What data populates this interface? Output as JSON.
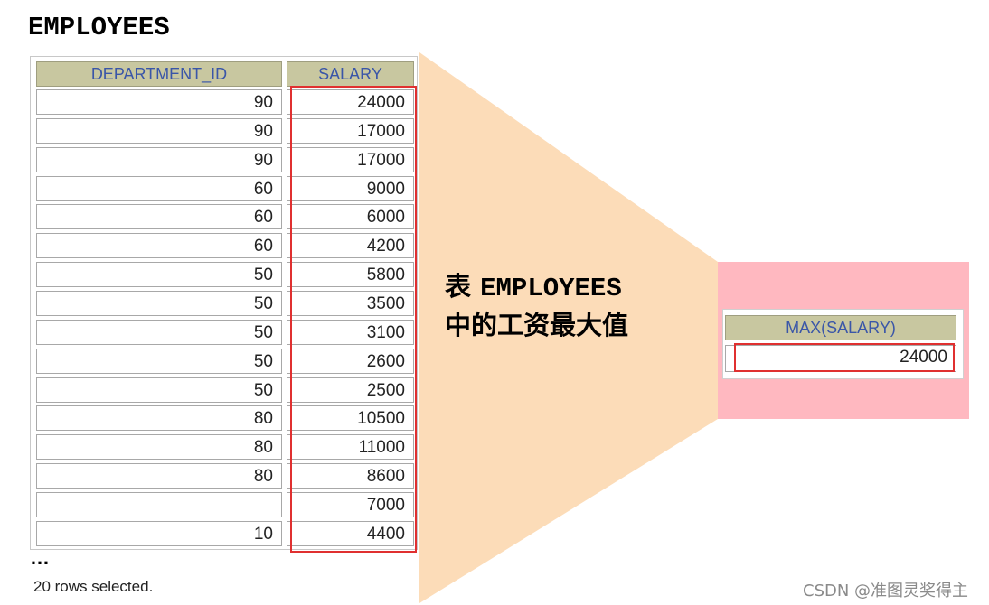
{
  "title": "EMPLOYEES",
  "columns": {
    "department": "DEPARTMENT_ID",
    "salary": "SALARY"
  },
  "rows": [
    {
      "dept": "90",
      "salary": "24000"
    },
    {
      "dept": "90",
      "salary": "17000"
    },
    {
      "dept": "90",
      "salary": "17000"
    },
    {
      "dept": "60",
      "salary": "9000"
    },
    {
      "dept": "60",
      "salary": "6000"
    },
    {
      "dept": "60",
      "salary": "4200"
    },
    {
      "dept": "50",
      "salary": "5800"
    },
    {
      "dept": "50",
      "salary": "3500"
    },
    {
      "dept": "50",
      "salary": "3100"
    },
    {
      "dept": "50",
      "salary": "2600"
    },
    {
      "dept": "50",
      "salary": "2500"
    },
    {
      "dept": "80",
      "salary": "10500"
    },
    {
      "dept": "80",
      "salary": "11000"
    },
    {
      "dept": "80",
      "salary": "8600"
    },
    {
      "dept": "",
      "salary": "7000"
    },
    {
      "dept": "10",
      "salary": "4400"
    }
  ],
  "ellipsis": "…",
  "rows_selected": "20 rows selected.",
  "caption": {
    "line1_prefix": "表 ",
    "line1_name": "EMPLOYEES",
    "line2": "中的工资最大值"
  },
  "result": {
    "header": "MAX(SALARY)",
    "value": "24000"
  },
  "watermark": "CSDN @准图灵奖得主",
  "colors": {
    "header_bg": "#c8c7a0",
    "header_text": "#3a56a8",
    "highlight_border": "#e03030",
    "funnel_fill": "#fcdcb8",
    "result_panel": "#ffb8c0"
  }
}
